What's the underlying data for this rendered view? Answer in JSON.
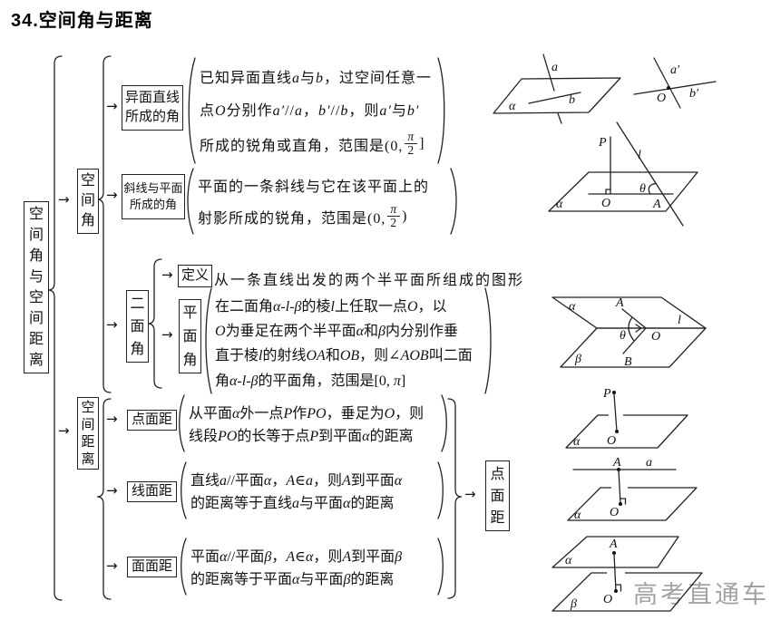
{
  "title": "34.空间角与距离",
  "watermark": "高考直通车",
  "glyphs": {
    "arrow": "→"
  },
  "root": {
    "label": "空间角与空间距离"
  },
  "angle": {
    "label": "空间角",
    "skew": {
      "box_line1": "异面直线",
      "box_line2": "所成的角",
      "text_line1": "已知异面直线a与b，过空间任意一",
      "text_line2": "点O分别作a′//a，b′//b，则a′与b′",
      "text_line3_pre": "所成的锐角或直角，范围是(0,",
      "frac_num": "π",
      "frac_den": "2",
      "text_line3_post": "]"
    },
    "oblique": {
      "box_line1": "斜线与平面",
      "box_line2": "所成的角",
      "text_line1": "平面的一条斜线与它在该平面上的",
      "text_line2_pre": "射影所成的锐角，范围是(0,",
      "frac_num": "π",
      "frac_den": "2",
      "text_line2_post": ")"
    },
    "dihedral": {
      "label": "二面角",
      "definition": {
        "box": "定义",
        "text": "从一条直线出发的两个半平面所组成的图形"
      },
      "plane_angle": {
        "label": "平面角",
        "text_line1": "在二面角α-l-β的棱l上任取一点O，以",
        "text_line2": "O为垂足在两个半平面α和β内分别作垂",
        "text_line3": "直于棱l的射线OA和OB，则∠AOB叫二面",
        "text_line4": "角α-l-β的平面角，范围是[0, π]"
      }
    }
  },
  "distance": {
    "label": "空间距离",
    "point_plane": {
      "box": "点面距",
      "text_line1": "从平面α外一点P作PO，垂足为O，则",
      "text_line2": "线段PO的长等于点P到平面α的距离"
    },
    "line_plane": {
      "box": "线面距",
      "text_line1": "直线a//平面α，A∈a，则A到平面α",
      "text_line2": "的距离等于直线a与平面α的距离"
    },
    "plane_plane": {
      "box": "面面距",
      "text_line1": "平面α//平面β，A∈α，则A到平面β",
      "text_line2": "的距离等于平面α与平面β的距离"
    },
    "result": {
      "label": "点面距"
    }
  },
  "figures": {
    "skew": {
      "a": "a",
      "b": "b",
      "alpha": "α"
    },
    "cross": {
      "a_prime": "a′",
      "b_prime": "b′",
      "o": "O"
    },
    "incline": {
      "p": "P",
      "l": "l",
      "theta": "θ",
      "o": "O",
      "a": "A",
      "alpha": "α"
    },
    "dihedral": {
      "alpha": "α",
      "a": "A",
      "l": "l",
      "theta": "θ",
      "o": "O",
      "b": "B",
      "beta": "β"
    },
    "point_plane": {
      "p": "P",
      "o": "O",
      "alpha": "α"
    },
    "line_plane": {
      "a_pt": "A",
      "a_line": "a",
      "o": "O",
      "alpha": "α"
    },
    "plane_plane": {
      "a": "A",
      "alpha": "α",
      "o": "O",
      "beta": "β"
    }
  }
}
